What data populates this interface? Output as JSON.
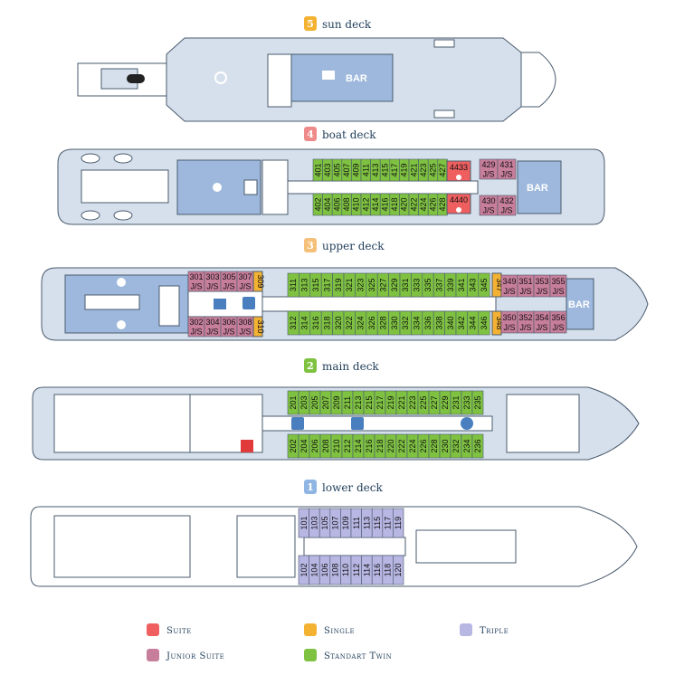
{
  "colors": {
    "hull": "#d6e0ec",
    "hull_stroke": "#4a5b6e",
    "salon": "#9db8dc",
    "suite": "#ef5f5f",
    "junior_suite": "#c77e9a",
    "single": "#f4b233",
    "triple": "#b8b6e2",
    "standard_twin": "#7fc241",
    "deck5_badge": "#f4b233",
    "deck4_badge": "#ef8a8a",
    "deck3_badge": "#f4c07a",
    "deck2_badge": "#7fc241",
    "deck1_badge": "#8fb6e3"
  },
  "decks": {
    "sun": {
      "number": "5",
      "label": "sun deck",
      "bar": "BAR"
    },
    "boat": {
      "number": "4",
      "label": "boat deck",
      "bar": "BAR",
      "twin_top": [
        "401",
        "403",
        "405",
        "407",
        "409",
        "411",
        "413",
        "415",
        "417",
        "419",
        "421",
        "423",
        "425",
        "427"
      ],
      "twin_bottom": [
        "402",
        "404",
        "406",
        "408",
        "410",
        "412",
        "414",
        "416",
        "418",
        "420",
        "422",
        "424",
        "426",
        "428"
      ],
      "suite_top": "4433",
      "suite_bottom": "4440",
      "junior_top": [
        {
          "num": "429",
          "type": "J/S"
        },
        {
          "num": "431",
          "type": "J/S"
        }
      ],
      "junior_bottom": [
        {
          "num": "430",
          "type": "J/S"
        },
        {
          "num": "432",
          "type": "J/S"
        }
      ]
    },
    "upper": {
      "number": "3",
      "label": "upper deck",
      "bar": "BAR",
      "junior_left_top": [
        {
          "num": "301",
          "type": "J/S"
        },
        {
          "num": "303",
          "type": "J/S"
        },
        {
          "num": "305",
          "type": "J/S"
        },
        {
          "num": "307",
          "type": "J/S"
        }
      ],
      "junior_left_bottom": [
        {
          "num": "302",
          "type": "J/S"
        },
        {
          "num": "304",
          "type": "J/S"
        },
        {
          "num": "306",
          "type": "J/S"
        },
        {
          "num": "308",
          "type": "J/S"
        }
      ],
      "single_left_top": "309",
      "single_left_bottom": "310",
      "twin_top": [
        "311",
        "313",
        "315",
        "317",
        "319",
        "321",
        "323",
        "325",
        "327",
        "329",
        "331",
        "333",
        "335",
        "337",
        "339",
        "341",
        "343",
        "345"
      ],
      "twin_bottom": [
        "312",
        "314",
        "316",
        "318",
        "320",
        "322",
        "324",
        "326",
        "328",
        "330",
        "332",
        "334",
        "336",
        "338",
        "340",
        "342",
        "344",
        "346"
      ],
      "single_right_top": "347",
      "single_right_bottom": "348",
      "junior_right_top": [
        {
          "num": "349",
          "type": "J/S"
        },
        {
          "num": "351",
          "type": "J/S"
        },
        {
          "num": "353",
          "type": "J/S"
        },
        {
          "num": "355",
          "type": "J/S"
        }
      ],
      "junior_right_bottom": [
        {
          "num": "350",
          "type": "J/S"
        },
        {
          "num": "352",
          "type": "J/S"
        },
        {
          "num": "354",
          "type": "J/S"
        },
        {
          "num": "356",
          "type": "J/S"
        }
      ]
    },
    "main": {
      "number": "2",
      "label": "main deck",
      "twin_top": [
        "201",
        "203",
        "205",
        "207",
        "209",
        "211",
        "213",
        "215",
        "217",
        "219",
        "221",
        "223",
        "225",
        "227",
        "229",
        "231",
        "233",
        "235"
      ],
      "twin_bottom": [
        "202",
        "204",
        "206",
        "208",
        "210",
        "212",
        "214",
        "216",
        "218",
        "220",
        "222",
        "224",
        "226",
        "228",
        "230",
        "232",
        "234",
        "236"
      ]
    },
    "lower": {
      "number": "1",
      "label": "lower deck",
      "triple_top": [
        "101",
        "103",
        "105",
        "107",
        "109",
        "111",
        "113",
        "115",
        "117",
        "119"
      ],
      "triple_bottom": [
        "102",
        "104",
        "106",
        "108",
        "110",
        "112",
        "114",
        "116",
        "118",
        "120"
      ]
    }
  },
  "legend": {
    "suite": "Suite",
    "single": "Single",
    "triple": "Triple",
    "junior_suite": "Junior Suite",
    "standard_twin": "Standart Twin"
  }
}
